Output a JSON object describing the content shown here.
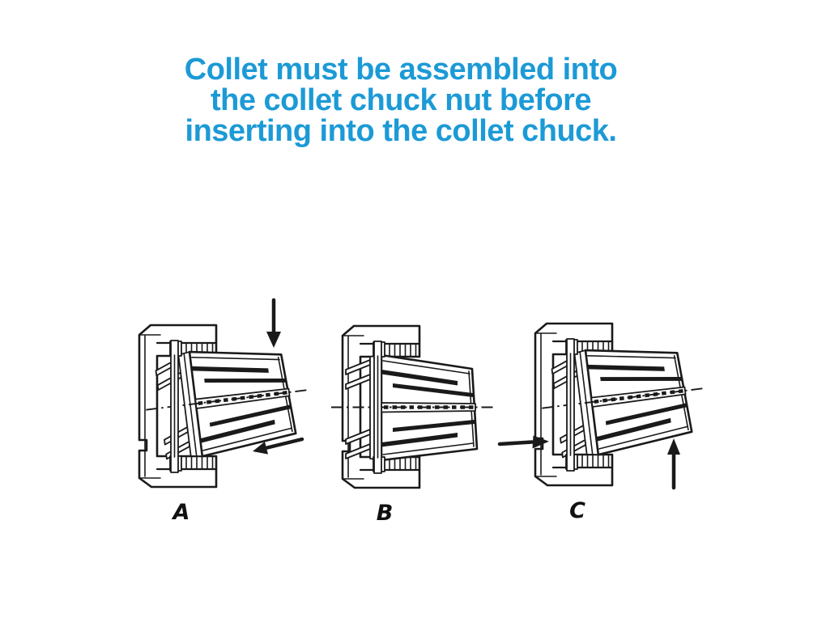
{
  "slide": {
    "background_color": "#ffffff",
    "title": {
      "lines": [
        "Collet must be assembled into",
        "the collet chuck nut before",
        "inserting into the collet chuck."
      ],
      "color": "#1c9ad6"
    },
    "diagram": {
      "line_color": "#1a1a1a",
      "figures": [
        {
          "label": "A",
          "arrows": [
            "down",
            "left"
          ]
        },
        {
          "label": "B",
          "arrows": []
        },
        {
          "label": "C",
          "arrows": [
            "right",
            "up"
          ]
        }
      ]
    }
  }
}
